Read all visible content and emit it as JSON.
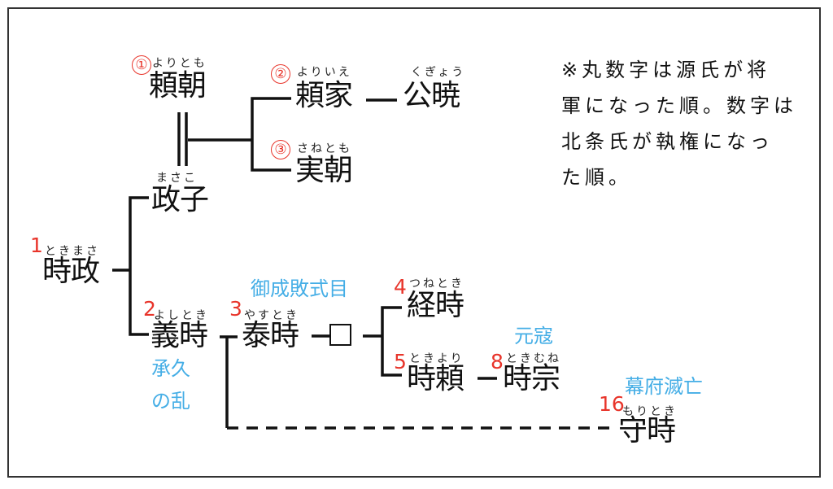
{
  "title": "鎌倉幕府 源氏将軍と北条氏執権 系図",
  "colors": {
    "order_number": "#e8342a",
    "event": "#45aee6",
    "text": "#111111"
  },
  "people": {
    "yoritomo": {
      "name": "頼朝",
      "reading": "よりとも",
      "shogun_order": "①"
    },
    "yoriie": {
      "name": "頼家",
      "reading": "よりいえ",
      "shogun_order": "②"
    },
    "kugyo": {
      "name": "公暁",
      "reading": "くぎょう"
    },
    "sanetomo": {
      "name": "実朝",
      "reading": "さねとも",
      "shogun_order": "③"
    },
    "masako": {
      "name": "政子",
      "reading": "まさこ"
    },
    "tokimasa": {
      "name": "時政",
      "reading": "ときまさ",
      "regent_order": "1"
    },
    "yoshitoki": {
      "name": "義時",
      "reading": "よしとき",
      "regent_order": "2"
    },
    "yasutoki": {
      "name": "泰時",
      "reading": "やすとき",
      "regent_order": "3"
    },
    "unknown": {
      "name": "□"
    },
    "tsunetoki": {
      "name": "経時",
      "reading": "つねとき",
      "regent_order": "4"
    },
    "tokiyori": {
      "name": "時頼",
      "reading": "ときより",
      "regent_order": "5"
    },
    "tokimune": {
      "name": "時宗",
      "reading": "ときむね",
      "regent_order": "8"
    },
    "moritoki": {
      "name": "守時",
      "reading": "もりとき",
      "regent_order": "16"
    }
  },
  "events": {
    "goseibai": "御成敗式目",
    "jokyu_line1": "承久",
    "jokyu_line2": "の乱",
    "genko": "元寇",
    "bakufu_fall": "幕府滅亡"
  },
  "note": {
    "lines": [
      "※丸数字は源氏が将",
      "軍になった順。数字は",
      "北条氏が執権になっ",
      "た順。"
    ]
  },
  "relations": [
    {
      "from": "yoritomo",
      "to": "masako",
      "type": "marriage"
    },
    {
      "from": "yoritomo+masako",
      "to": [
        "yoriie",
        "sanetomo"
      ],
      "type": "child"
    },
    {
      "from": "yoriie",
      "to": "kugyo",
      "type": "child"
    },
    {
      "from": "tokimasa",
      "to": [
        "masako",
        "yoshitoki"
      ],
      "type": "child"
    },
    {
      "from": "yoshitoki",
      "to": "yasutoki",
      "type": "child"
    },
    {
      "from": "yasutoki",
      "to": "unknown",
      "type": "child"
    },
    {
      "from": "unknown",
      "to": [
        "tsunetoki",
        "tokiyori"
      ],
      "type": "child"
    },
    {
      "from": "tokiyori",
      "to": "tokimune",
      "type": "child"
    },
    {
      "from": "yoshitoki",
      "to": "moritoki",
      "type": "descendant-indirect"
    }
  ]
}
